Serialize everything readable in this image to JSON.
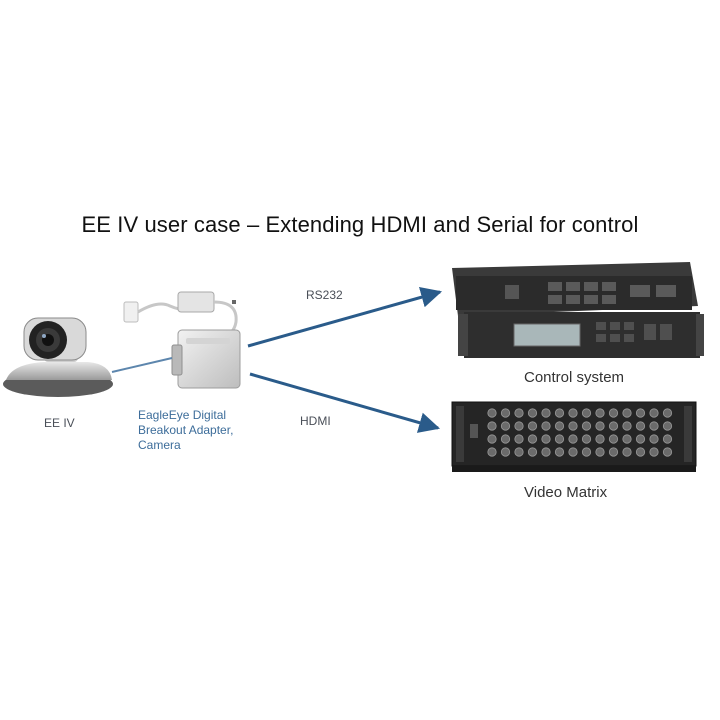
{
  "title": "EE IV user case – Extending HDMI and Serial for control",
  "camera": {
    "label": "EE IV"
  },
  "adapter": {
    "label_lines": [
      "EagleEye Digital",
      "Breakout Adapter,",
      "Camera"
    ]
  },
  "links": {
    "rs232_label": "RS232",
    "hdmi_label": "HDMI"
  },
  "control_system": {
    "label": "Control system"
  },
  "video_matrix": {
    "label": "Video Matrix"
  },
  "colors": {
    "arrow": "#2a5b8a",
    "device_dark": "#2b2b2b",
    "device_panel": "#3a3a3a"
  }
}
